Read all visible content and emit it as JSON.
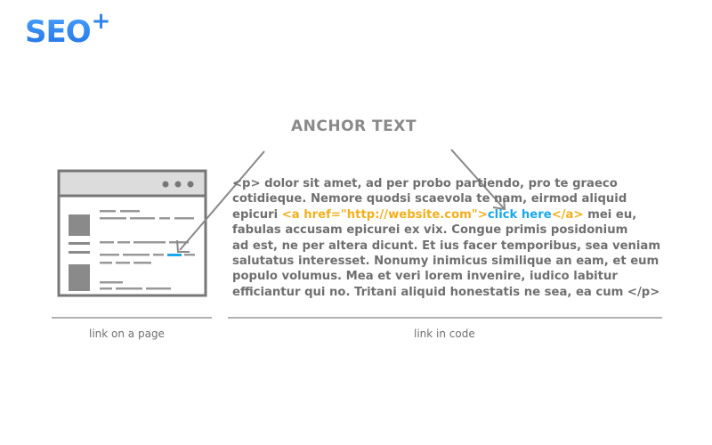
{
  "logo": {
    "text": "SEO",
    "plus": "+"
  },
  "title": "ANCHOR TEXT",
  "code_lines": [
    [
      "<p> dolor sit amet, ad per probo partiendo, pro te graeco"
    ],
    [
      "cotidieque. Nemore quodsi scaevola te nam, eirmod aliquid"
    ],
    [
      "epicuri ",
      "<a href=\"http://website.com\">",
      "click here",
      "</a>",
      " mei eu,"
    ],
    [
      "fabulas accusam epicurei ex vix. Congue primis posidonium"
    ],
    [
      "ad est, ne per altera dicunt. Et ius facer temporibus, sea veniam"
    ],
    [
      "salutatus interesset. Nonumy inimicus similique an eam, et eum"
    ],
    [
      "populo volumus. Mea et veri lorem invenire, iudico labitur"
    ],
    [
      "efficiantur qui no. Tritani aliquid honestatis ne sea, ea cum </p>"
    ]
  ],
  "anchor_code": {
    "prefix": "epicuri ",
    "open_tag": "<a href=\"http://website.com\">",
    "link_text": "click here",
    "close_tag": "</a>",
    "suffix": " mei eu,"
  },
  "captions": {
    "left": "link on a page",
    "right": "link in code"
  },
  "colors": {
    "logo": "#2f86ea",
    "tag": "#f2b01e",
    "link": "#1aa7ec",
    "text": "#6f6f6f",
    "line": "#8a8a8a"
  }
}
